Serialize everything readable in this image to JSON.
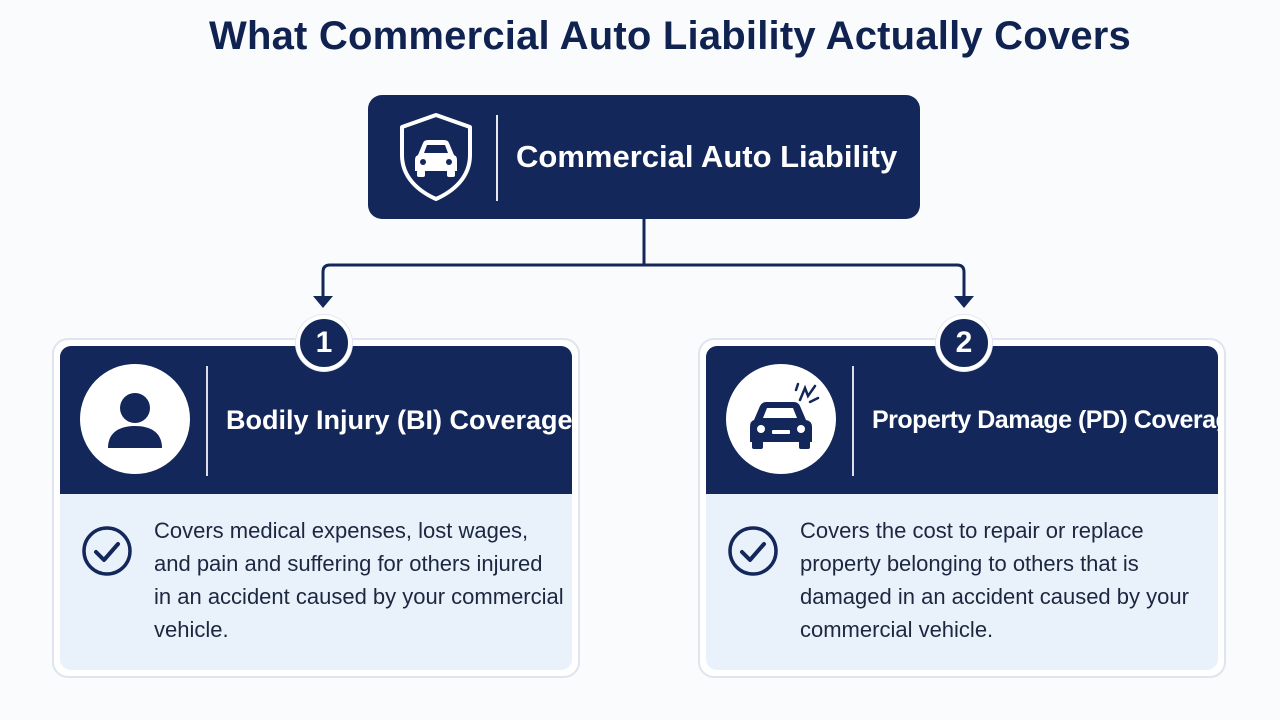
{
  "title": "What Commercial Auto Liability Actually Covers",
  "colors": {
    "navy": "#13275a",
    "title_navy": "#0f2250",
    "card_bg": "#e9f1fb",
    "text": "#1c2740"
  },
  "root": {
    "label": "Commercial Auto Liability",
    "icon": "shield-car-icon"
  },
  "coverages": [
    {
      "number": "1",
      "title": "Bodily Injury (BI) Coverage",
      "icon": "person-icon",
      "description": "Covers medical expenses, lost wages, and pain and suffering for others injured in an accident caused by your commercial vehicle."
    },
    {
      "number": "2",
      "title": "Property Damage (PD) Coverage",
      "icon": "damaged-car-icon",
      "description": "Covers the cost to repair or replace property belonging to others that is damaged in an accident caused by your commercial vehicle."
    }
  ]
}
